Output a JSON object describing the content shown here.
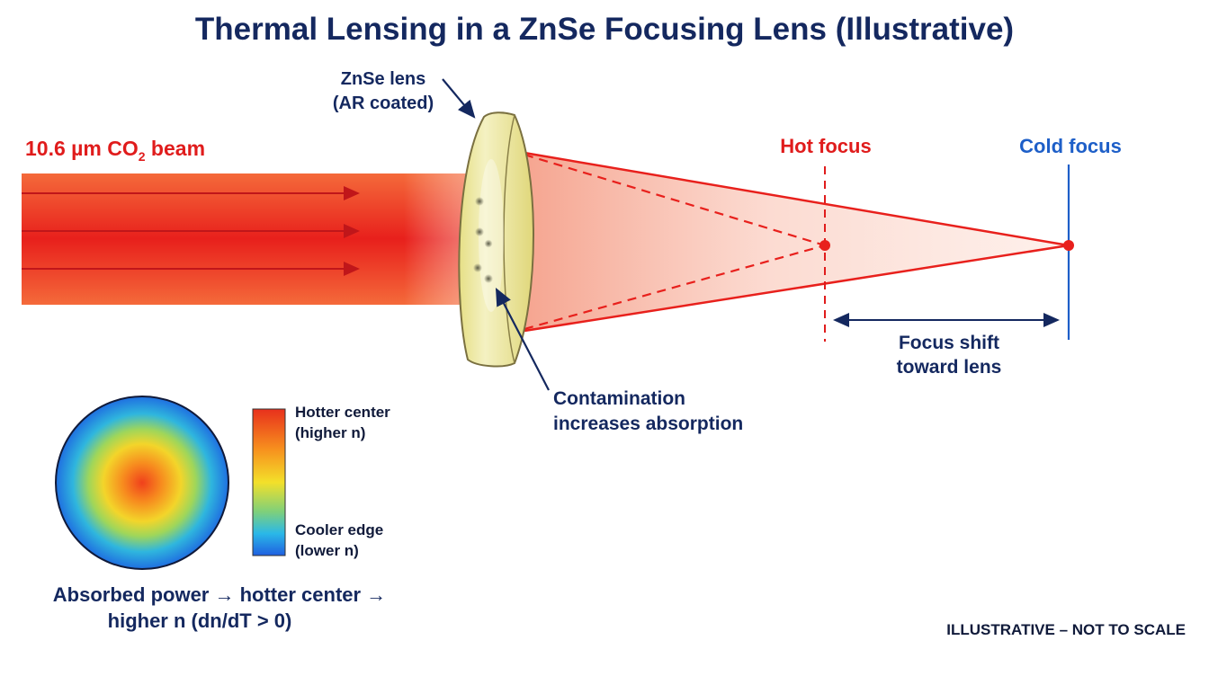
{
  "title": "Thermal Lensing in a ZnSe Focusing Lens (Illustrative)",
  "beam": {
    "label_main": "10.6 µm CO",
    "label_sub": "2",
    "label_end": " beam"
  },
  "lens": {
    "label_line1": "ZnSe lens",
    "label_line2": "(AR coated)"
  },
  "contamination": {
    "line1": "Contamination",
    "line2": "increases absorption"
  },
  "hot_focus": {
    "label": "Hot focus"
  },
  "cold_focus": {
    "label": "Cold focus"
  },
  "focus_shift": {
    "line1": "Focus shift",
    "line2": "toward lens"
  },
  "thermal_map": {
    "hot_label_line1": "Hotter center",
    "hot_label_line2": "(higher n)",
    "cool_label_line1": "Cooler edge",
    "cool_label_line2": "(lower n)",
    "caption_line1": "Absorbed power → hotter center →",
    "caption_line2": "higher n (dn/dT > 0)"
  },
  "footer_note": "ILLUSTRATIVE – NOT TO SCALE",
  "colors": {
    "beam_red": "#e8201c",
    "hot_focus": "#e01c1c",
    "cold_focus": "#1e5fc8",
    "navy_text": "#14285f",
    "lens_fill": "#eeeaa0"
  }
}
